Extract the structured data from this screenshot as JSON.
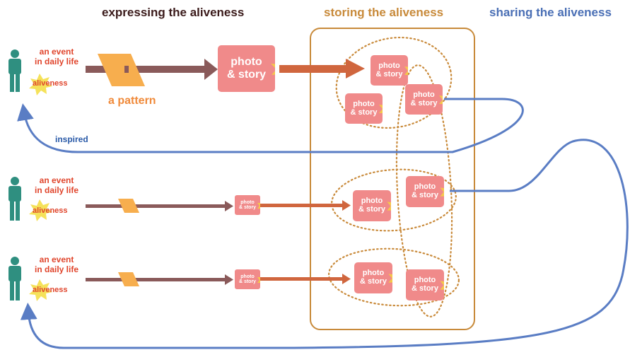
{
  "headers": {
    "expressing": "expressing the aliveness",
    "storing": "storing the aliveness",
    "sharing": "sharing the aliveness"
  },
  "rows": [
    {
      "event_line1": "an event",
      "event_line2": "in daily life",
      "aliveness": "aliveness"
    },
    {
      "event_line1": "an event",
      "event_line2": "in daily life",
      "aliveness": "aliveness"
    },
    {
      "event_line1": "an event",
      "event_line2": "in daily life",
      "aliveness": "aliveness"
    }
  ],
  "pattern_label": "a pattern",
  "inspired_label": "inspired",
  "card_text": {
    "line1": "photo",
    "line2": "& story"
  },
  "colors": {
    "expressing_header": "#3a1a1a",
    "storing_header": "#c88a3a",
    "sharing_header": "#4a6fb5",
    "person": "#2f8f80",
    "event_text": "#e0452c",
    "star": "#f5e25a",
    "pattern": "#f7ae4e",
    "pattern_label": "#f08a3a",
    "arrow_dark": "#8a5a5a",
    "arrow_orange": "#d0663e",
    "card": "#f08a8a",
    "box": "#c88a3a",
    "loop": "#5a7dc4",
    "inspired": "#2a5aa8"
  },
  "icons": [
    "person-icon",
    "aliveness-star-icon",
    "pattern-parallelogram-icon",
    "arrow-icon"
  ]
}
